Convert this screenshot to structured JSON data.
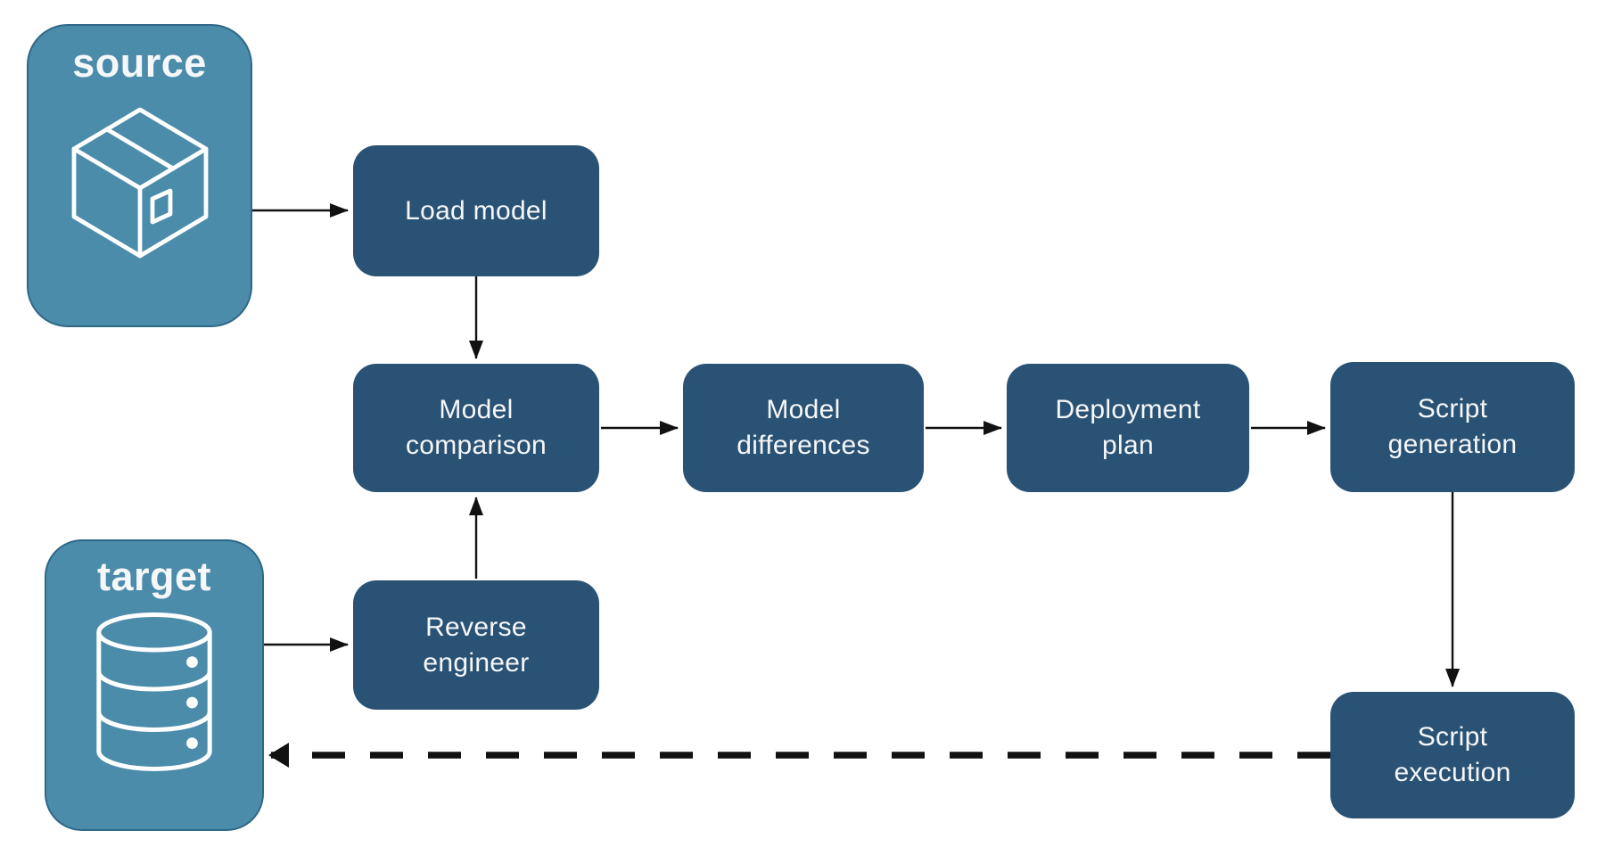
{
  "colors": {
    "background": "#ffffff",
    "endpoint_fill": "#4b8cab",
    "endpoint_border": "#2f6787",
    "step_fill": "#2a5274",
    "node_text": "#f5f7f9",
    "arrow": "#111111"
  },
  "diagram": {
    "endpoints": [
      {
        "id": "source",
        "label": "source",
        "icon": "package-icon"
      },
      {
        "id": "target",
        "label": "target",
        "icon": "database-icon"
      }
    ],
    "steps": [
      {
        "id": "load_model",
        "label": "Load model"
      },
      {
        "id": "model_comparison",
        "label": "Model\ncomparison"
      },
      {
        "id": "model_differences",
        "label": "Model\ndifferences"
      },
      {
        "id": "deployment_plan",
        "label": "Deployment\nplan"
      },
      {
        "id": "script_generation",
        "label": "Script\ngeneration"
      },
      {
        "id": "reverse_engineer",
        "label": "Reverse\nengineer"
      },
      {
        "id": "script_execution",
        "label": "Script\nexecution"
      }
    ],
    "edges": [
      {
        "from": "source",
        "to": "load_model",
        "style": "solid"
      },
      {
        "from": "load_model",
        "to": "model_comparison",
        "style": "solid"
      },
      {
        "from": "model_comparison",
        "to": "model_differences",
        "style": "solid"
      },
      {
        "from": "model_differences",
        "to": "deployment_plan",
        "style": "solid"
      },
      {
        "from": "deployment_plan",
        "to": "script_generation",
        "style": "solid"
      },
      {
        "from": "script_generation",
        "to": "script_execution",
        "style": "solid"
      },
      {
        "from": "reverse_engineer",
        "to": "model_comparison",
        "style": "solid"
      },
      {
        "from": "target",
        "to": "reverse_engineer",
        "style": "solid"
      },
      {
        "from": "script_execution",
        "to": "target",
        "style": "dashed"
      }
    ]
  }
}
